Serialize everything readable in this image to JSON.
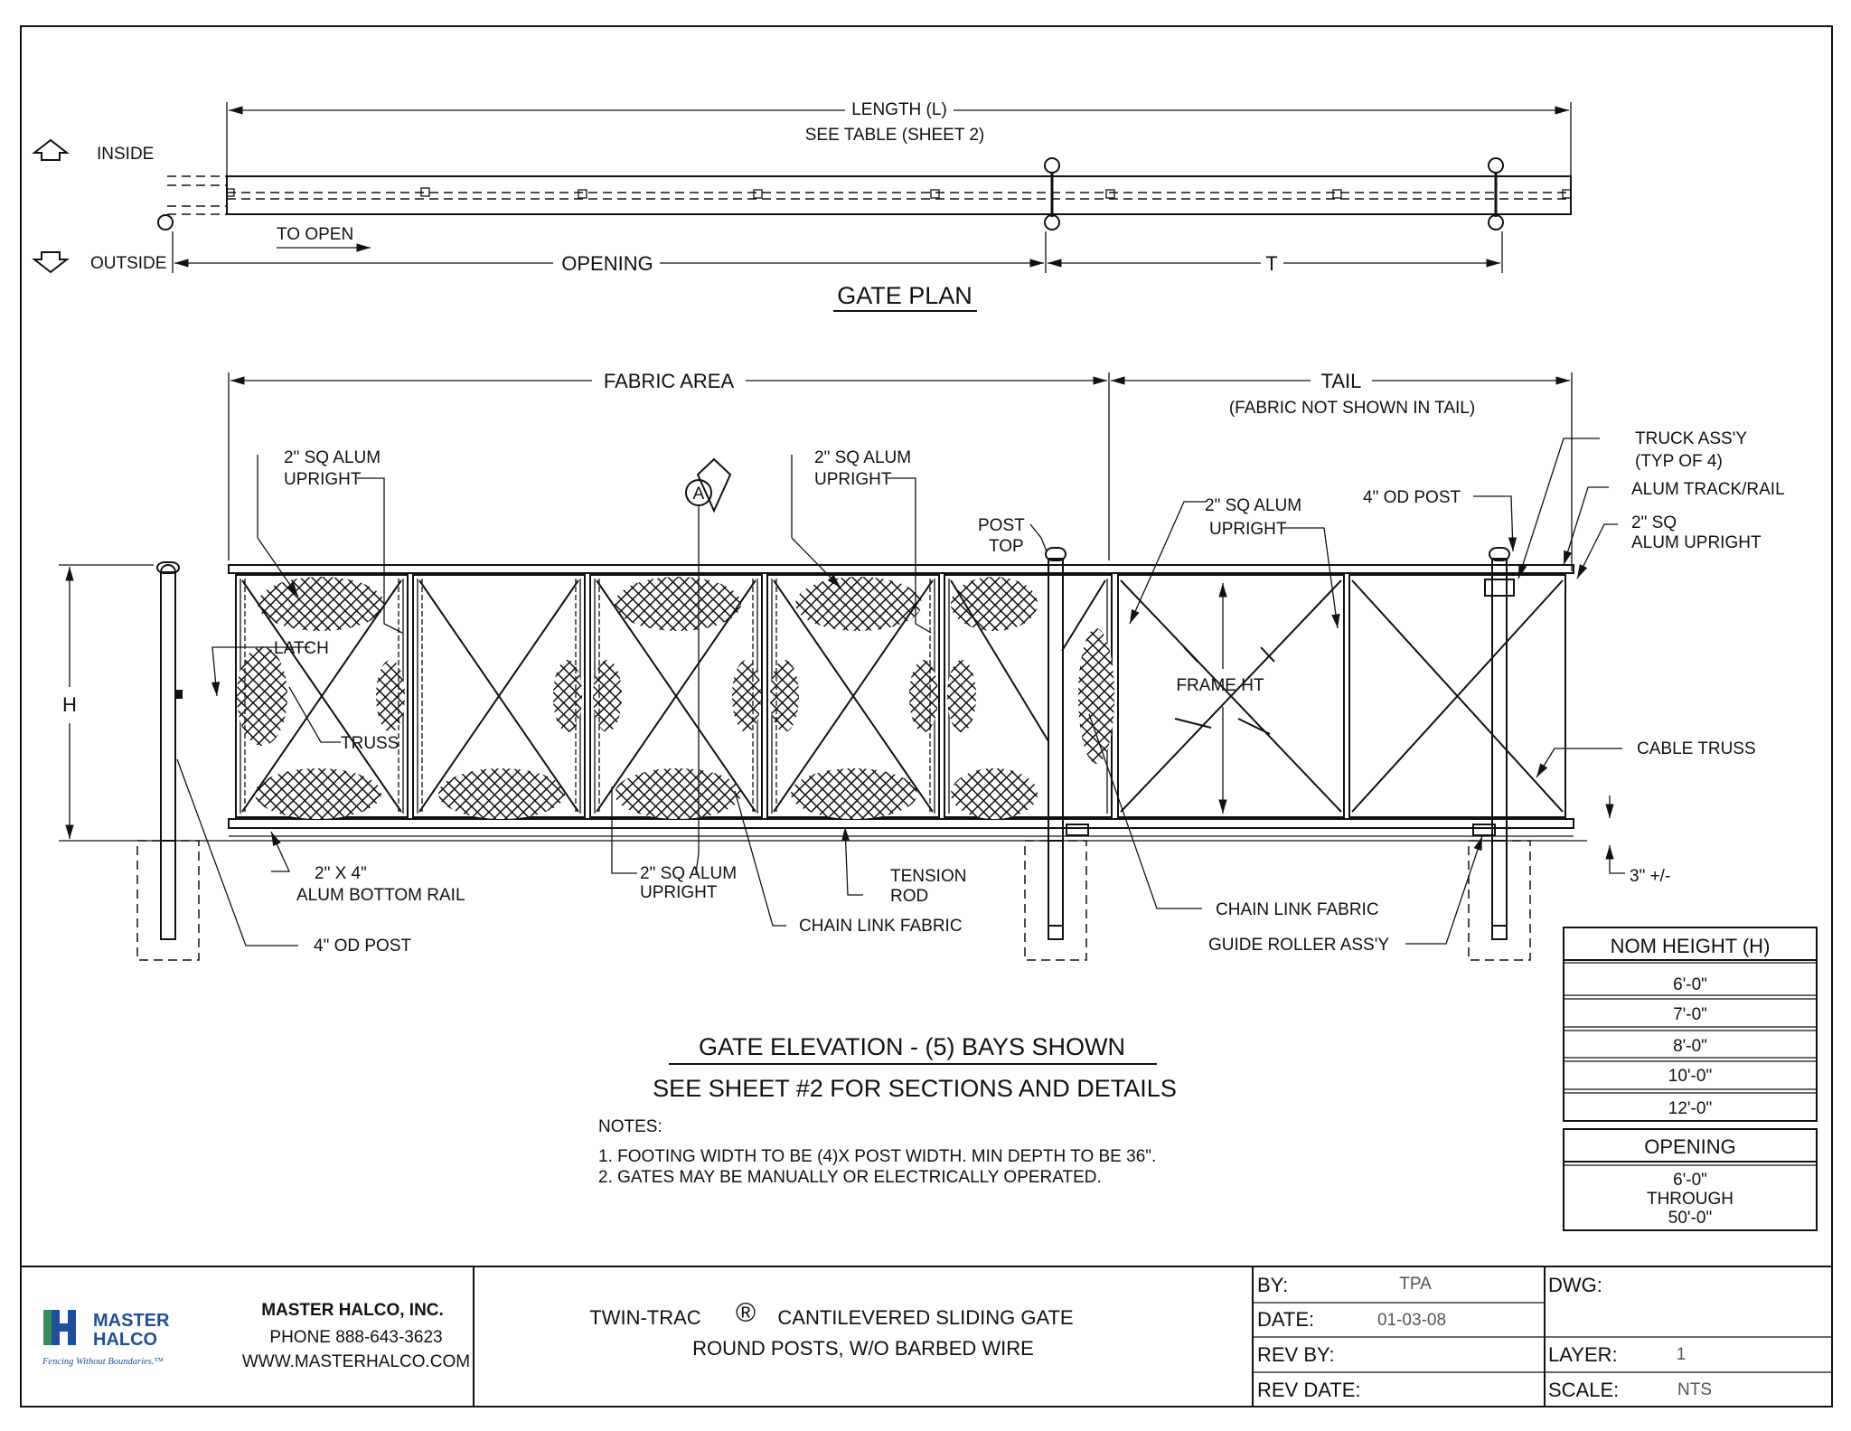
{
  "plan": {
    "inside": "INSIDE",
    "outside": "OUTSIDE",
    "length": "LENGTH (L)",
    "see_table": "SEE TABLE (SHEET 2)",
    "to_open": "TO OPEN",
    "opening": "OPENING",
    "t": "T",
    "title": "GATE PLAN"
  },
  "elevation": {
    "fabric_area": "FABRIC AREA",
    "tail": "TAIL",
    "tail_note": "(FABRIC NOT SHOWN IN TAIL)",
    "upright_1_a": "2\" SQ ALUM",
    "upright_1_b": "UPRIGHT",
    "upright_2_a": "2\" SQ ALUM",
    "upright_2_b": "UPRIGHT",
    "section_marker": "A",
    "post_top_a": "POST",
    "post_top_b": "TOP",
    "upright_3_a": "2\" SQ ALUM",
    "upright_3_b": "UPRIGHT",
    "od_post_top": "4\" OD POST",
    "truck_a": "TRUCK ASS'Y",
    "truck_b": "(TYP OF 4)",
    "track": "ALUM TRACK/RAIL",
    "upright_4_a": "2\" SQ",
    "upright_4_b": "ALUM UPRIGHT",
    "h": "H",
    "latch": "LATCH",
    "truss": "TRUSS",
    "frame_ht": "FRAME HT",
    "cable_truss": "CABLE TRUSS",
    "bottom_rail_a": "2\" X 4\"",
    "bottom_rail_b": "ALUM BOTTOM RAIL",
    "upright_5_a": "2\" SQ ALUM",
    "upright_5_b": "UPRIGHT",
    "tension_a": "TENSION",
    "tension_b": "ROD",
    "chain_link_1": "CHAIN LINK FABRIC",
    "chain_link_2": "CHAIN LINK FABRIC",
    "guide_roller": "GUIDE ROLLER ASS'Y",
    "od_post_bottom": "4\" OD POST",
    "clearance": "3\" +/-",
    "title": "GATE ELEVATION - (5) BAYS SHOWN",
    "subtitle": "SEE SHEET #2 FOR SECTIONS AND DETAILS"
  },
  "notes": {
    "heading": "NOTES:",
    "items": [
      "1.  FOOTING WIDTH TO BE (4)X POST WIDTH.   MIN DEPTH TO BE 36\".",
      "2.  GATES MAY BE MANUALLY OR ELECTRICALLY OPERATED."
    ]
  },
  "height_table": {
    "header": "NOM HEIGHT (H)",
    "rows": [
      "6'-0\"",
      "7'-0\"",
      "8'-0\"",
      "10'-0\"",
      "12'-0\""
    ]
  },
  "opening_table": {
    "header": "OPENING",
    "line1": "6'-0\"",
    "line2": "THROUGH",
    "line3": "50'-0\""
  },
  "title_block": {
    "logo_line1": "MASTER",
    "logo_line2": "HALCO",
    "logo_tagline": "Fencing Without Boundaries.™",
    "company": "MASTER HALCO, INC.",
    "phone": "PHONE 888-643-3623",
    "web": "WWW.MASTERHALCO.COM",
    "drawing_title_1": "TWIN-TRAC",
    "registered": "®",
    "drawing_title_1b": "CANTILEVERED SLIDING GATE",
    "drawing_title_2": "ROUND POSTS, W/O BARBED WIRE",
    "by_label": "BY:",
    "by_value": "TPA",
    "date_label": "DATE:",
    "date_value": "01-03-08",
    "rev_by_label": "REV BY:",
    "rev_by_value": "",
    "rev_date_label": "REV DATE:",
    "rev_date_value": "",
    "dwg_label": "DWG:",
    "dwg_value": "",
    "layer_label": "LAYER:",
    "layer_value": "1",
    "scale_label": "SCALE:",
    "scale_value": "NTS"
  },
  "colors": {
    "logo_green": "#3a8b5c",
    "logo_blue": "#1f4e9a",
    "ink": "#111111"
  }
}
